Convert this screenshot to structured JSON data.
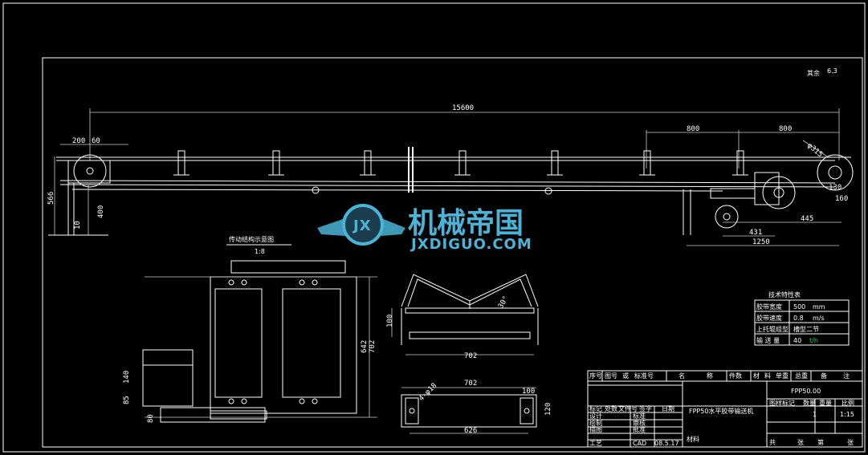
{
  "drawing": {
    "scale_note": "其余",
    "scale_mark": "6.3",
    "total_length": "15600",
    "dim_200": "200",
    "dim_60": "60",
    "dim_566": "566",
    "dim_400": "400",
    "dim_10": "10",
    "dim_800a": "800",
    "dim_800b": "800",
    "dim_r": "φ315",
    "dim_130": "130",
    "dim_160": "160",
    "dim_445": "445",
    "dim_431": "431",
    "dim_1250": "1250"
  },
  "drive_view": {
    "title": "传动结构示意图",
    "scale": "1:8",
    "dim_642": "642",
    "dim_702": "702",
    "dim_140": "140",
    "dim_85": "85",
    "dim_80": "80"
  },
  "idler_view": {
    "dim_100": "100",
    "dim_702": "702",
    "dim_30": "30°"
  },
  "base_view": {
    "dim_702": "702",
    "dim_100": "100",
    "dim_120": "120",
    "dim_626": "626",
    "dim_18": "4-φ18"
  },
  "spec_table": {
    "title": "技术特性表",
    "rows": [
      {
        "label": "胶带宽度",
        "value": "500",
        "unit": "mm"
      },
      {
        "label": "胶带速度",
        "value": "0.8",
        "unit": "m/s"
      },
      {
        "label": "上托辊组型",
        "value": "槽型二节",
        "unit": ""
      },
      {
        "label": "输 送 量",
        "value": "40",
        "unit": "t/h"
      }
    ]
  },
  "title_block": {
    "header": [
      "序号",
      "图号",
      "或",
      "标准号",
      "名",
      "称",
      "件数",
      "材",
      "料",
      "单重",
      "总重",
      "备",
      "注"
    ],
    "code": "FPP50.00",
    "name": "FPP50水平胶带输送机",
    "row_labels": [
      "标记",
      "处数",
      "文件号",
      "签字",
      "日期"
    ],
    "roles": [
      "设计",
      "绘制",
      "描图",
      "工艺"
    ],
    "roles2": [
      "标准",
      "审核",
      "批准",
      "CAD"
    ],
    "date": "08.5.17",
    "material": "材料",
    "right_head": [
      "图样标记",
      "数量",
      "重量",
      "比例"
    ],
    "qty": "1",
    "ratio": "1:15",
    "sheet": [
      "共",
      "张",
      "第",
      "张"
    ]
  },
  "watermark": {
    "cn": "机械帝国",
    "en": "JXDIGUO.COM",
    "logo": "JX"
  }
}
